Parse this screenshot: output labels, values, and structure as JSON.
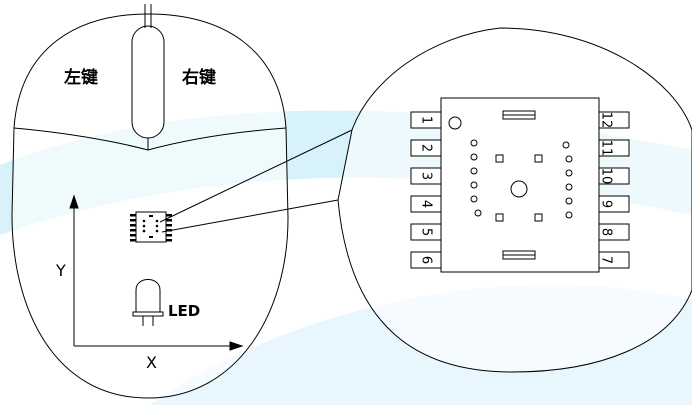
{
  "mouse": {
    "left_button_label": "左键",
    "right_button_label": "右键",
    "axis_y_label": "Y",
    "axis_x_label": "X",
    "led_label": "LED"
  },
  "chip": {
    "pins_left": [
      "1",
      "2",
      "3",
      "4",
      "5",
      "6"
    ],
    "pins_right": [
      "12",
      "11",
      "10",
      "9",
      "8",
      "7"
    ]
  },
  "colors": {
    "background_swoosh": "#cfeffa",
    "line": "#000000"
  }
}
